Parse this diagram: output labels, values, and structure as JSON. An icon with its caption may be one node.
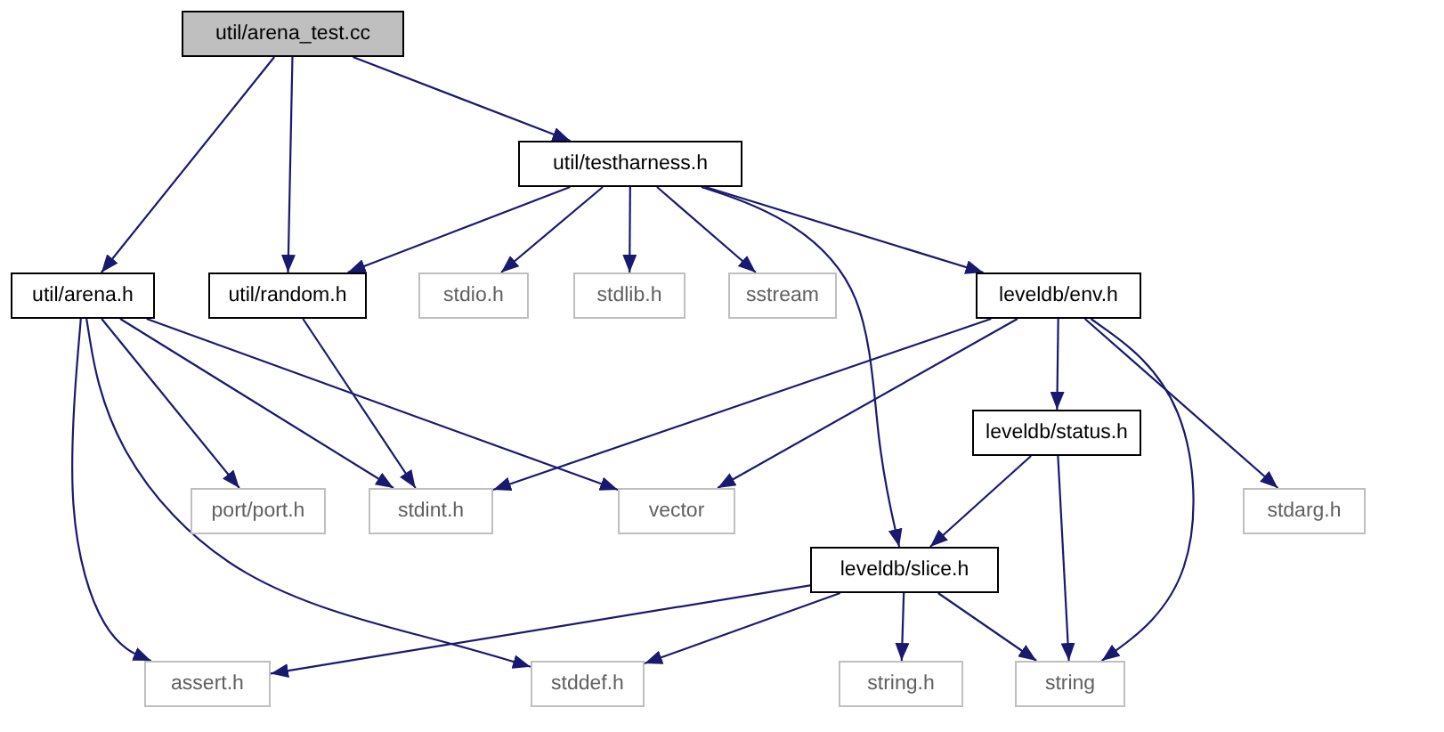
{
  "diagram": {
    "nodes": [
      {
        "text": [
          "util/arena_test.cc"
        ]
      },
      {
        "text": [
          "util/testharness.h"
        ]
      },
      {
        "text": [
          "util/arena.h"
        ]
      },
      {
        "text": [
          "util/random.h"
        ]
      },
      {
        "text": [
          "stdio.h"
        ]
      },
      {
        "text": [
          "stdlib.h"
        ]
      },
      {
        "text": [
          "sstream"
        ]
      },
      {
        "text": [
          "leveldb/env.h"
        ]
      },
      {
        "text": [
          "port/port.h"
        ]
      },
      {
        "text": [
          "stdint.h"
        ]
      },
      {
        "text": [
          "vector"
        ]
      },
      {
        "text": [
          "leveldb/status.h"
        ]
      },
      {
        "text": [
          "stdarg.h"
        ]
      },
      {
        "text": [
          "leveldb/slice.h"
        ]
      },
      {
        "text": [
          "assert.h"
        ]
      },
      {
        "text": [
          "stddef.h"
        ]
      },
      {
        "text": [
          "string.h"
        ]
      },
      {
        "text": [
          "string"
        ]
      }
    ],
    "edges": [
      {
        "from": 0,
        "to": 2,
        "arrow": "to"
      },
      {
        "from": 0,
        "to": 3,
        "arrow": "to"
      },
      {
        "from": 0,
        "to": 1,
        "arrow": "to"
      },
      {
        "from": 1,
        "to": 3,
        "arrow": "to"
      },
      {
        "from": 1,
        "to": 4,
        "arrow": "to"
      },
      {
        "from": 1,
        "to": 5,
        "arrow": "to"
      },
      {
        "from": 1,
        "to": 6,
        "arrow": "to"
      },
      {
        "from": 1,
        "to": 7,
        "arrow": "to"
      },
      {
        "from": 1,
        "to": 13,
        "arrow": "to"
      },
      {
        "from": 2,
        "to": 8,
        "arrow": "to"
      },
      {
        "from": 2,
        "to": 9,
        "arrow": "to"
      },
      {
        "from": 2,
        "to": 10,
        "arrow": "to"
      },
      {
        "from": 2,
        "to": 14,
        "arrow": "to"
      },
      {
        "from": 2,
        "to": 15,
        "arrow": "to"
      },
      {
        "from": 3,
        "to": 9,
        "arrow": "to"
      },
      {
        "from": 7,
        "to": 9,
        "arrow": "to"
      },
      {
        "from": 7,
        "to": 10,
        "arrow": "to"
      },
      {
        "from": 7,
        "to": 11,
        "arrow": "to"
      },
      {
        "from": 7,
        "to": 12,
        "arrow": "to"
      },
      {
        "from": 7,
        "to": 17,
        "arrow": "to"
      },
      {
        "from": 11,
        "to": 13,
        "arrow": "to"
      },
      {
        "from": 11,
        "to": 17,
        "arrow": "to"
      },
      {
        "from": 13,
        "to": 14,
        "arrow": "to"
      },
      {
        "from": 13,
        "to": 15,
        "arrow": "to"
      },
      {
        "from": 13,
        "to": 16,
        "arrow": "to"
      },
      {
        "from": 13,
        "to": 17,
        "arrow": "to"
      }
    ]
  }
}
